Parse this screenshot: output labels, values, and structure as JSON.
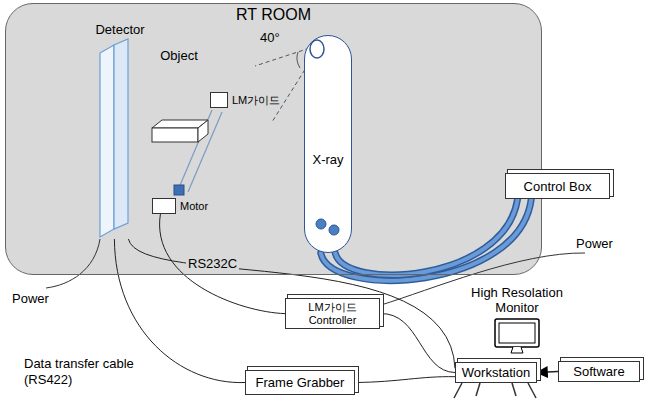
{
  "diagram": {
    "nodes": [
      {
        "text": [
          "RT ROOM"
        ]
      },
      {
        "text": [
          "Detector"
        ],
        "in": 0
      },
      {
        "text": [
          "Object"
        ],
        "in": 0
      },
      {
        "text": [
          "LM가이드"
        ],
        "in": 0
      },
      {
        "text": [
          "Motor"
        ],
        "in": 0
      },
      {
        "text": [
          "X-ray"
        ],
        "in": 0
      },
      {
        "text": [
          "Control Box"
        ]
      },
      {
        "text": [
          "LM가이드 Controller"
        ]
      },
      {
        "text": [
          "High Resolation Monitor"
        ]
      },
      {
        "text": [
          "Workstation"
        ]
      },
      {
        "text": [
          "Frame Grabber"
        ]
      },
      {
        "text": [
          "Software"
        ]
      }
    ],
    "edges": [
      {
        "from": 1,
        "to": 10,
        "arrow": "none",
        "label": "Data transfer cable (RS422)"
      },
      {
        "from": 10,
        "to": 9,
        "arrow": "none"
      },
      {
        "from": 1,
        "to": 9,
        "arrow": "none",
        "label": "RS232C"
      },
      {
        "from": 4,
        "to": 7,
        "arrow": "none"
      },
      {
        "from": 7,
        "to": 9,
        "arrow": "none"
      },
      {
        "from": 5,
        "to": 6,
        "arrow": "none"
      },
      {
        "from": 5,
        "to": 6,
        "arrow": "none"
      },
      {
        "from": 11,
        "to": 9,
        "arrow": "to"
      }
    ],
    "labels": [
      "40°",
      "Power",
      "Power"
    ]
  }
}
